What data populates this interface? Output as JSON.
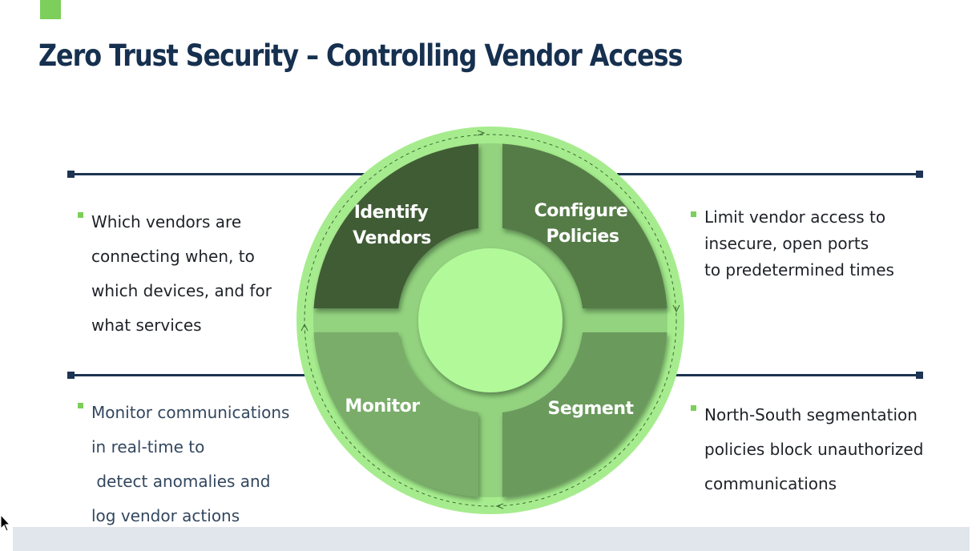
{
  "title": "Zero Trust Security – Controlling Vendor Access",
  "colors": {
    "accent": "#7ccf5a",
    "title": "#16304f",
    "ring_outer": "#a6ec8e",
    "ring_inner": "#93d27f",
    "center": "#b2f99a",
    "quadrant_identify": "#3f5c34",
    "quadrant_configure": "#547c47",
    "quadrant_monitor": "#79ad69",
    "quadrant_segment": "#6a9a5b"
  },
  "cycle": {
    "quadrants": [
      {
        "id": "identify",
        "label_lines": [
          "Identify",
          "Vendors"
        ]
      },
      {
        "id": "configure",
        "label_lines": [
          "Configure",
          "Policies"
        ]
      },
      {
        "id": "monitor",
        "label_lines": [
          "Monitor"
        ]
      },
      {
        "id": "segment",
        "label_lines": [
          "Segment"
        ]
      }
    ]
  },
  "bullets": {
    "top_left": [
      "Which vendors are",
      "connecting when, to",
      "which devices, and for",
      "what services"
    ],
    "top_right": [
      "Limit vendor access to",
      "insecure, open ports",
      "to predetermined times"
    ],
    "bottom_left": [
      "Monitor communications",
      "in real-time to",
      " detect anomalies and",
      "log vendor actions"
    ],
    "bottom_right": [
      "North-South segmentation",
      "policies block unauthorized",
      "communications"
    ]
  }
}
